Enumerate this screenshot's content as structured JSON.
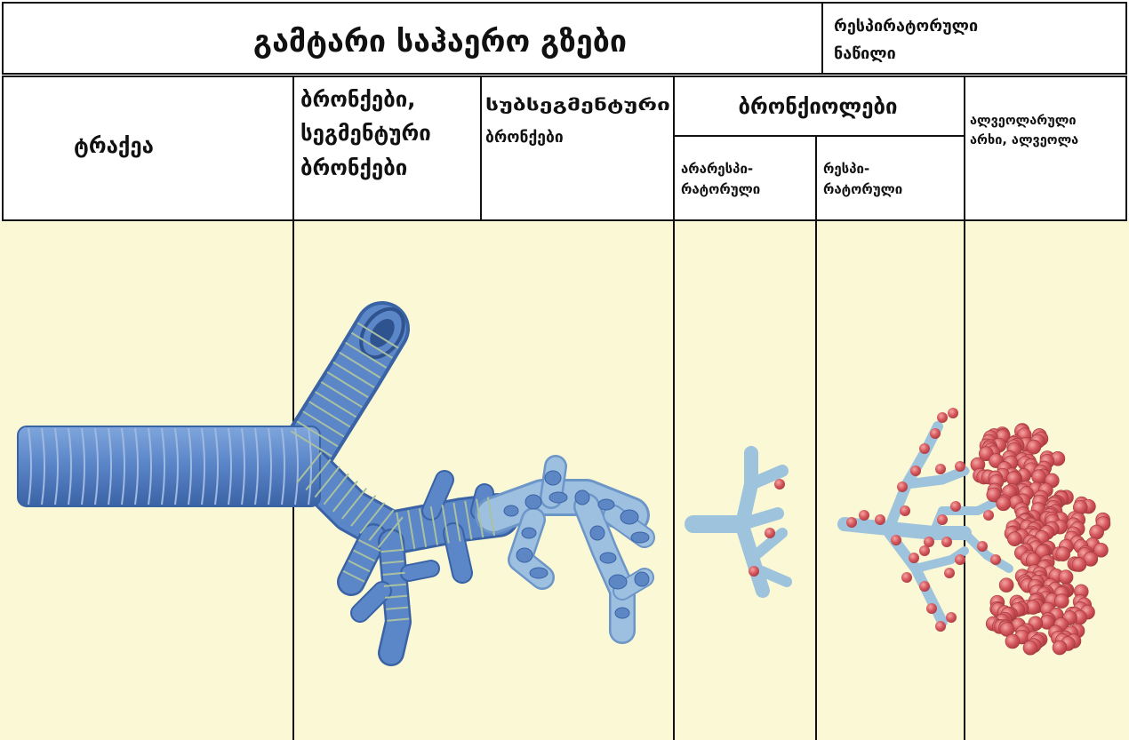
{
  "header": {
    "conducting_title": "გამტარი საჰაერო გზები",
    "respiratory_title": [
      "რესპირატორული",
      "ნაწილი"
    ]
  },
  "columns": {
    "trachea": "ტრაქეა",
    "segmental": [
      "ბრონქები,",
      "სეგმენტური",
      "ბრონქები"
    ],
    "subsegmental": [
      "სუბსეგმენტური",
      "ბრონქები"
    ],
    "bronchioles": "ბრონქიოლები",
    "nonrespiratory": [
      "არარესპი-",
      "რატორული"
    ],
    "respiratory": [
      "რესპი-",
      "რატორული"
    ],
    "alveolar": [
      "ალვეოლარული",
      "არხი, ალვეოლა"
    ]
  },
  "colors": {
    "airway_blue": "#5b86c8",
    "bronchiole_blue": "#9ec3dc",
    "alveolus_red": "#d4545a",
    "panel_background": "#fbf8d6"
  }
}
